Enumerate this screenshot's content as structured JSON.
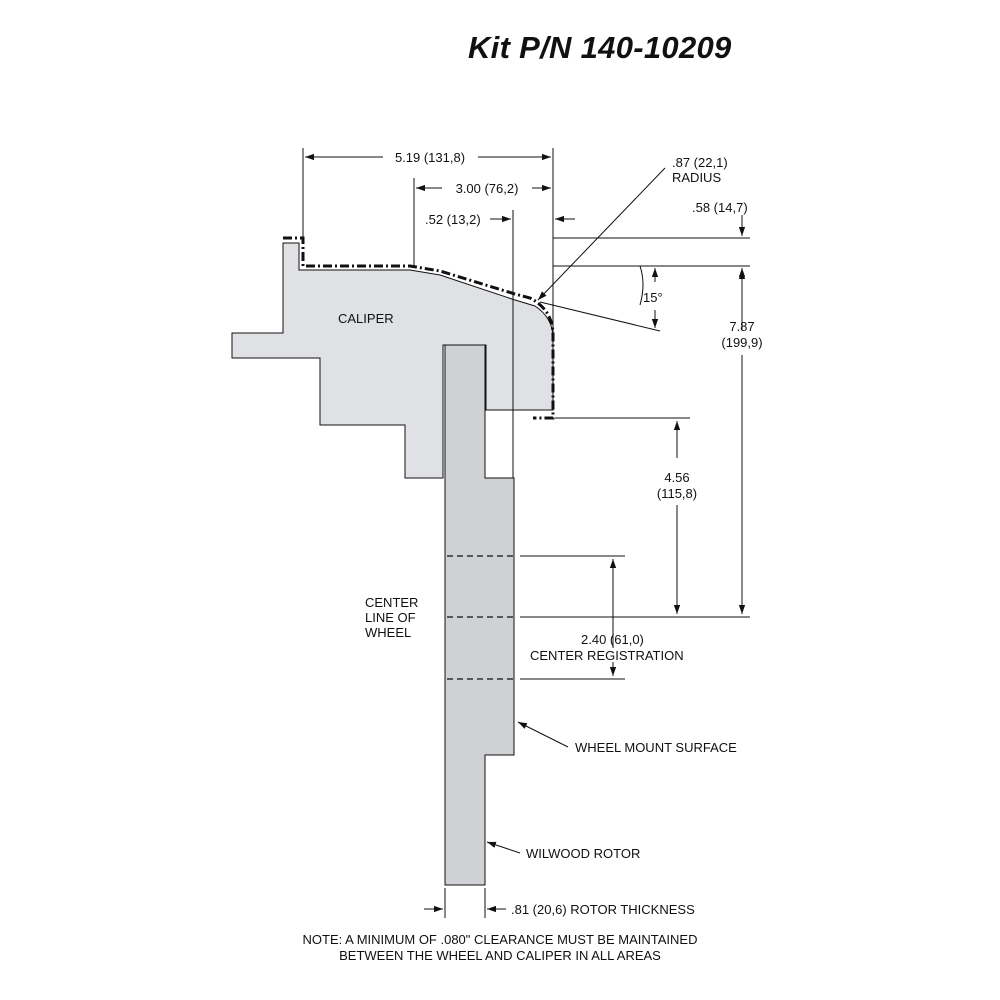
{
  "title": "Kit P/N 140-10209",
  "labels": {
    "caliper": "CALIPER",
    "dim_overall": "5.19 (131,8)",
    "dim_300": "3.00 (76,2)",
    "dim_052": ".52 (13,2)",
    "radius_value": ".87 (22,1)",
    "radius_word": "RADIUS",
    "dim_058": ".58 (14,7)",
    "angle": "15°",
    "dim_787_in": "7.87",
    "dim_787_mm": "(199,9)",
    "dim_456_in": "4.56",
    "dim_456_mm": "(115,8)",
    "centerline_1": "CENTER",
    "centerline_2": "LINE OF",
    "centerline_3": "WHEEL",
    "reg_value": "2.40 (61,0)",
    "reg_word": "CENTER REGISTRATION",
    "wheel_mount": "WHEEL MOUNT SURFACE",
    "rotor": "WILWOOD ROTOR",
    "thickness": ".81 (20,6) ROTOR THICKNESS"
  },
  "note": {
    "line1": "NOTE: A MINIMUM OF .080\" CLEARANCE MUST BE MAINTAINED",
    "line2": "BETWEEN THE WHEEL AND CALIPER IN ALL AREAS"
  },
  "colors": {
    "caliper_fill": "#dfe1e4",
    "rotor_fill": "#cfd1d4",
    "line": "#111111"
  }
}
